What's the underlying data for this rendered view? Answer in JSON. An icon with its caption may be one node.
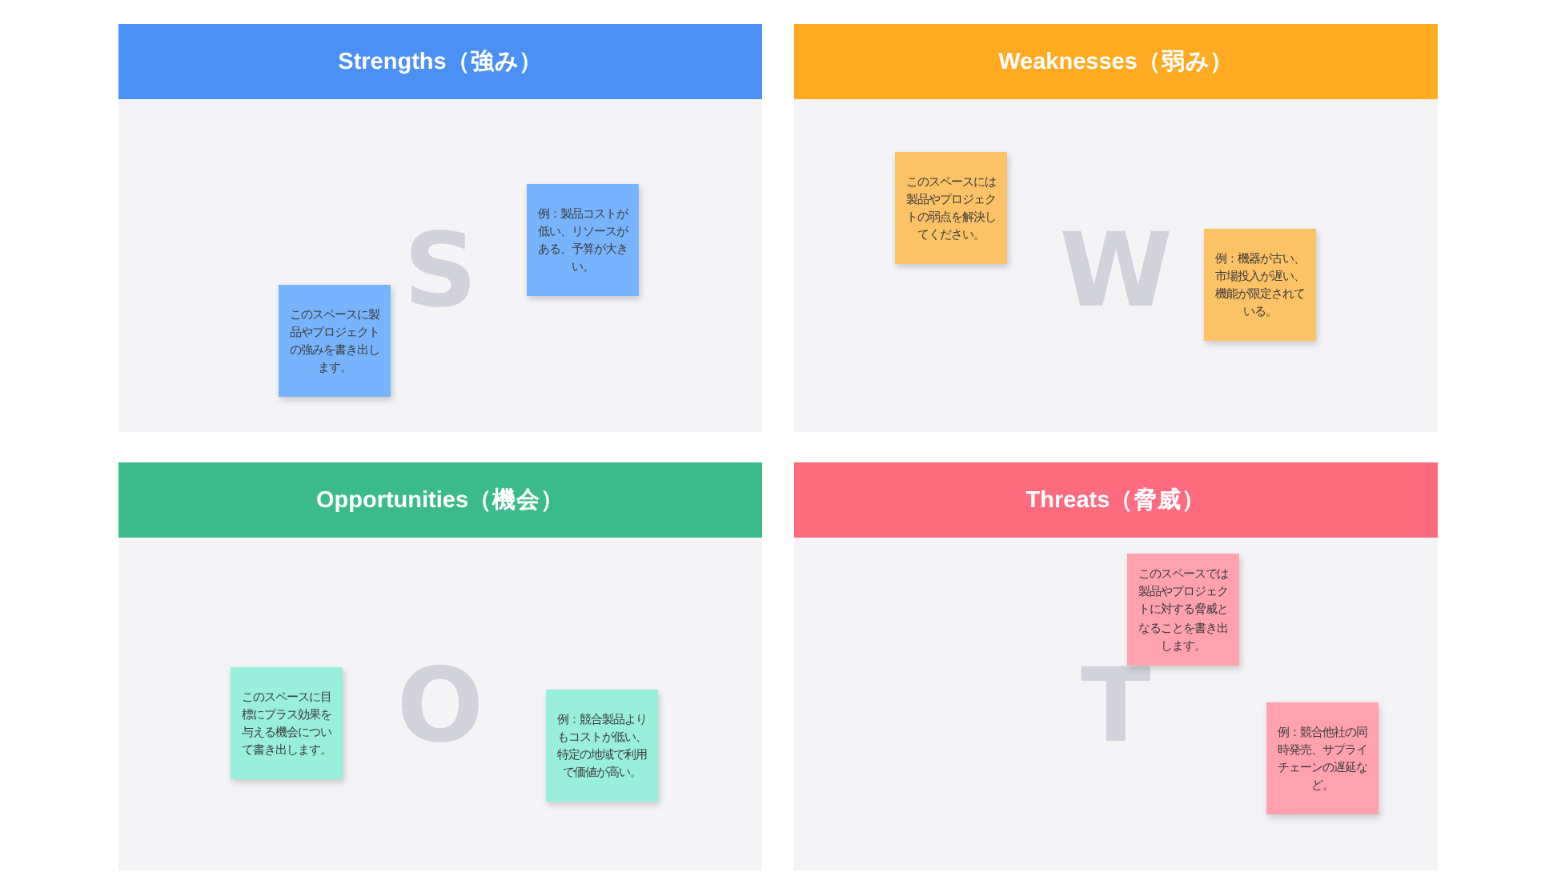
{
  "diagram": {
    "nodes": [
      {
        "text": [
          "Strengths（強み）",
          "S"
        ]
      },
      {
        "text": [
          "例：製品コストが低い、リソースがある、予算が大きい。"
        ],
        "in": 0
      },
      {
        "text": [
          "このスペースに製品やプロジェクトの強みを書き出します。"
        ],
        "in": 0
      },
      {
        "text": [
          "Weaknesses（弱み）",
          "W"
        ]
      },
      {
        "text": [
          "このスペースには製品やプロジェクトの弱点を解決してください。"
        ],
        "in": 3
      },
      {
        "text": [
          "例：機器が古い、市場投入が遅い、機能が限定されている。"
        ],
        "in": 3
      },
      {
        "text": [
          "Opportunities（機会）",
          "O"
        ]
      },
      {
        "text": [
          "このスペースに目標にプラス効果を与える機会について書き出します。"
        ],
        "in": 6
      },
      {
        "text": [
          "例：競合製品よりもコストが低い、特定の地域で利用で価値が高い。"
        ],
        "in": 6
      },
      {
        "text": [
          "Threats（脅威）",
          "T"
        ]
      },
      {
        "text": [
          "このスペースでは製品やプロジェクトに対する脅威となることを書き出します。"
        ],
        "in": 9
      },
      {
        "text": [
          "例：競合他社の同時発売、サプライチェーンの遅延など。"
        ],
        "in": 9
      }
    ]
  }
}
